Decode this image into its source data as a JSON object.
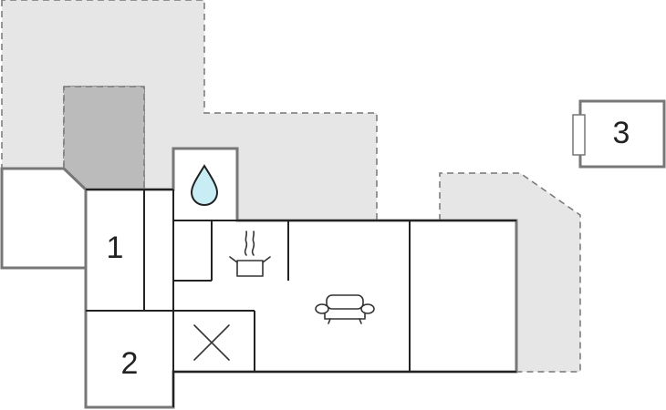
{
  "floorplan": {
    "rooms": [
      {
        "label": "1"
      },
      {
        "label": "2"
      },
      {
        "label": "3"
      }
    ],
    "icons": [
      "water-drop-icon",
      "cooking-pot-icon",
      "sofa-icon",
      "cross-icon"
    ],
    "colors": {
      "terrace": "#e6e6e6",
      "terrace_dark": "#bbbbbb",
      "wall": "#777777",
      "partition": "#222222",
      "water": "#c9edf5"
    }
  }
}
